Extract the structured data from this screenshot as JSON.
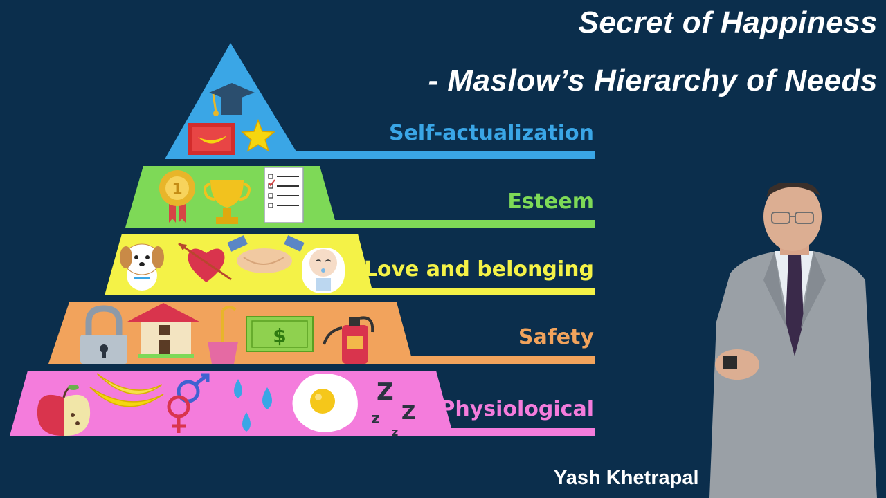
{
  "title": {
    "line1": "Secret of Happiness",
    "line2": "- Maslow’s Hierarchy of Needs"
  },
  "levels": [
    {
      "label": "Self-actualization",
      "color": "#3aa6e6",
      "icons": [
        "graduation-cap-icon",
        "banana-painting-icon",
        "star-icon"
      ]
    },
    {
      "label": "Esteem",
      "color": "#7ed957",
      "icons": [
        "medal-icon",
        "trophy-icon",
        "checklist-icon"
      ]
    },
    {
      "label": "Love and belonging",
      "color": "#f4f247",
      "icons": [
        "puppy-icon",
        "heart-arrow-icon",
        "handshake-icon",
        "baby-icon"
      ]
    },
    {
      "label": "Safety",
      "color": "#f2a35c",
      "icons": [
        "padlock-icon",
        "house-icon",
        "umbrella-icon",
        "money-icon",
        "fire-extinguisher-icon"
      ]
    },
    {
      "label": "Physiological",
      "color": "#f47cdc",
      "icons": [
        "apple-icon",
        "banana-icon",
        "gender-symbol-icon",
        "water-drops-icon",
        "fried-egg-icon",
        "sleep-zzz-icon"
      ]
    }
  ],
  "presenter": {
    "name": "Yash Khetrapal",
    "photo": "presenter-photo"
  }
}
